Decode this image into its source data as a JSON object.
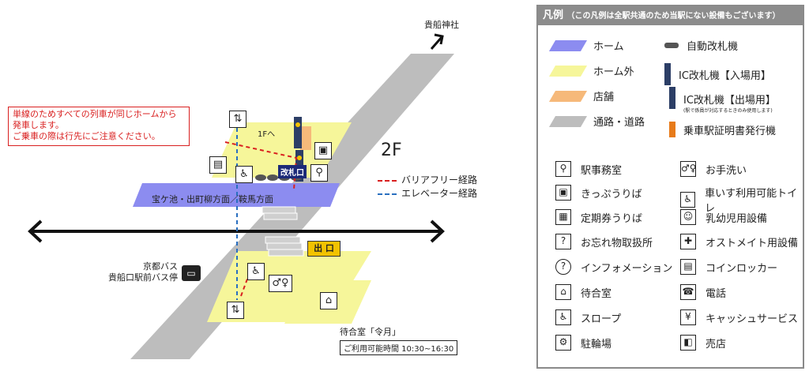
{
  "map": {
    "destination_top": "貴船神社",
    "notice": [
      "単線のためすべての列車が同じホームから",
      "発車します。",
      "ご乗車の際は行先にご注意ください。"
    ],
    "floor": "2F",
    "to_1f": "1Fへ",
    "ticket_gate": "改札口",
    "platform_label": "宝ケ池・出町柳方面／鞍馬方面",
    "exit": "出 口",
    "bus_stop": [
      "京都バス",
      "貴船口駅前バス停"
    ],
    "waiting_room": "待合室「令月」",
    "waiting_hours": "ご利用可能時間 10:30~16:30",
    "route_legend": [
      {
        "label": "バリアフリー経路",
        "color": "#d92020"
      },
      {
        "label": "エレベーター経路",
        "color": "#2a6fc0"
      }
    ]
  },
  "legend": {
    "title": "凡例",
    "subtitle": "（この凡例は全駅共通のため当駅にない設備もございます）",
    "areas": [
      {
        "label": "ホーム",
        "color": "#8c8cf0"
      },
      {
        "label": "ホーム外",
        "color": "#f6f69a"
      },
      {
        "label": "店舗",
        "color": "#f6b97a"
      },
      {
        "label": "通路・道路",
        "color": "#bdbdbd"
      }
    ],
    "gates": [
      {
        "label": "自動改札機"
      },
      {
        "label": "IC改札機【入場用】"
      },
      {
        "label": "IC改札機【出場用】",
        "note": "(駅で係員が対応するときのみ使用します)"
      },
      {
        "label": "乗車駅証明書発行機"
      }
    ],
    "facilities_left": [
      {
        "label": "駅事務室",
        "icon": "staff-icon"
      },
      {
        "label": "きっぷうりば",
        "icon": "ticket-icon"
      },
      {
        "label": "定期券うりば",
        "icon": "pass-icon"
      },
      {
        "label": "お忘れ物取扱所",
        "icon": "lost-found-icon"
      },
      {
        "label": "インフォメーション",
        "icon": "info-icon"
      },
      {
        "label": "待合室",
        "icon": "waiting-room-icon"
      },
      {
        "label": "スロープ",
        "icon": "slope-icon"
      },
      {
        "label": "駐輪場",
        "icon": "bicycle-icon"
      }
    ],
    "facilities_right": [
      {
        "label": "お手洗い",
        "icon": "toilet-icon"
      },
      {
        "label": "車いす利用可能トイレ",
        "icon": "wheelchair-icon"
      },
      {
        "label": "乳幼児用設備",
        "icon": "baby-icon"
      },
      {
        "label": "オストメイト用設備",
        "icon": "ostomate-icon"
      },
      {
        "label": "コインロッカー",
        "icon": "locker-icon"
      },
      {
        "label": "電話",
        "icon": "phone-icon"
      },
      {
        "label": "キャッシュサービス",
        "icon": "atm-icon"
      },
      {
        "label": "売店",
        "icon": "shop-icon"
      }
    ]
  }
}
